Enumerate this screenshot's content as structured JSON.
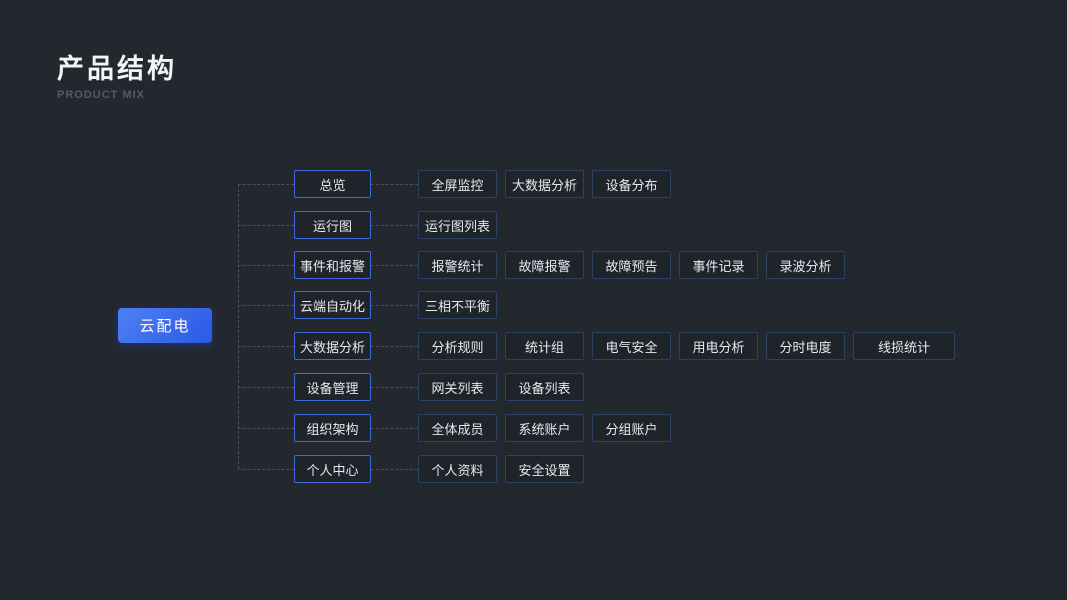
{
  "page": {
    "title": "产品结构",
    "subtitle": "PRODUCT MIX"
  },
  "colors": {
    "background": "#23272e",
    "box_fill": "#1f242b",
    "level1_border": "#3d69dc",
    "level2_border": "#2d4166",
    "node_text": "#e6e9ee",
    "connector": "#4b5058",
    "root_gradient_start": "#4e80f3",
    "root_gradient_end": "#2b59e5",
    "root_text": "#ffffff",
    "title_text": "#f3f4f6",
    "subtitle_text": "#565b63"
  },
  "root": {
    "label": "云配电"
  },
  "rows": [
    {
      "parent": "总览",
      "children": [
        "全屏监控",
        "大数据分析",
        "设备分布"
      ]
    },
    {
      "parent": "运行图",
      "children": [
        "运行图列表"
      ]
    },
    {
      "parent": "事件和报警",
      "children": [
        "报警统计",
        "故障报警",
        "故障预告",
        "事件记录",
        "录波分析"
      ]
    },
    {
      "parent": "云端自动化",
      "children": [
        "三相不平衡"
      ]
    },
    {
      "parent": "大数据分析",
      "children": [
        "分析规则",
        "统计组",
        "电气安全",
        "用电分析",
        "分时电度",
        "线损统计"
      ]
    },
    {
      "parent": "设备管理",
      "children": [
        "网关列表",
        "设备列表"
      ]
    },
    {
      "parent": "组织架构",
      "children": [
        "全体成员",
        "系统账户",
        "分组账户"
      ]
    },
    {
      "parent": "个人中心",
      "children": [
        "个人资料",
        "安全设置"
      ]
    }
  ]
}
